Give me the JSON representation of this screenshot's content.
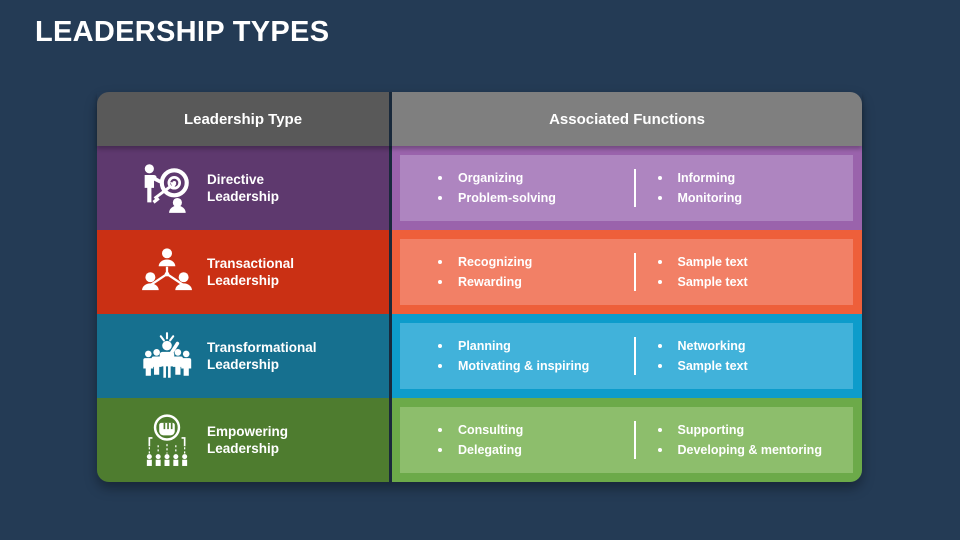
{
  "slide": {
    "title": "LEADERSHIP TYPES"
  },
  "table": {
    "headers": {
      "type": "Leadership Type",
      "functions": "Associated Functions"
    },
    "rows": [
      {
        "type_line1": "Directive",
        "type_line2": "Leadership",
        "icon": "target-person-icon",
        "left_functions": [
          "Organizing",
          "Problem-solving"
        ],
        "right_functions": [
          "Informing",
          "Monitoring"
        ],
        "colors": {
          "cell": "#5E396E",
          "panel": "#9A63AC",
          "inner": "#AE85C0"
        }
      },
      {
        "type_line1": "Transactional",
        "type_line2": "Leadership",
        "icon": "org-chart-people-icon",
        "left_functions": [
          "Recognizing",
          "Rewarding"
        ],
        "right_functions": [
          "Sample text",
          "Sample text"
        ],
        "colors": {
          "cell": "#CA3014",
          "panel": "#EE5F3A",
          "inner": "#F28066"
        }
      },
      {
        "type_line1": "Transformational",
        "type_line2": "Leadership",
        "icon": "leader-raised-arm-icon",
        "left_functions": [
          "Planning",
          "Motivating & inspiring"
        ],
        "right_functions": [
          "Networking",
          "Sample text"
        ],
        "colors": {
          "cell": "#16708F",
          "panel": "#0D9CCB",
          "inner": "#41B2DA"
        }
      },
      {
        "type_line1": "Empowering",
        "type_line2": "Leadership",
        "icon": "raised-fist-people-icon",
        "left_functions": [
          "Consulting",
          "Delegating"
        ],
        "right_functions": [
          "Supporting",
          "Developing & mentoring"
        ],
        "colors": {
          "cell": "#4E7C2F",
          "panel": "#6CAA49",
          "inner": "#8DBE6C"
        }
      }
    ]
  },
  "colors": {
    "background": "#243B55",
    "header_left": "#595959",
    "header_right": "#7F7F7F",
    "text": "#FFFFFF"
  }
}
